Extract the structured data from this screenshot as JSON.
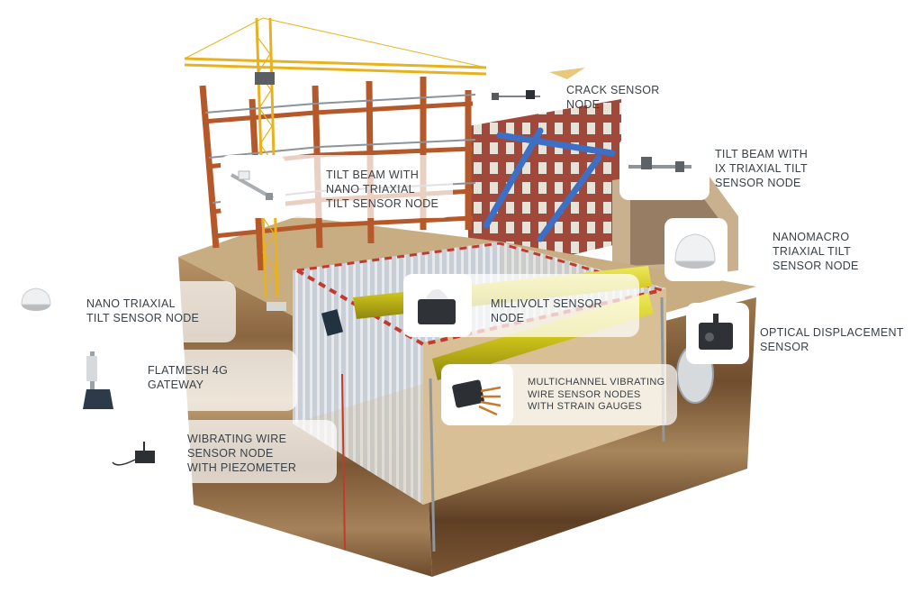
{
  "labels": {
    "crack_sensor": [
      "CRACK SENSOR",
      "NODE"
    ],
    "tilt_beam_ix": [
      "TILT BEAM WITH",
      "IX TRIAXIAL TILT",
      "SENSOR NODE"
    ],
    "tilt_beam_nano": [
      "TILT BEAM WITH",
      "NANO TRIAXIAL",
      "TILT SENSOR NODE"
    ],
    "nanomacro": [
      "NANOMACRO",
      "TRIAXIAL TILT",
      "SENSOR NODE"
    ],
    "millivolt": [
      "MILLIVOLT SENSOR",
      "NODE"
    ],
    "optical": [
      "OPTICAL DISPLACEMENT",
      "SENSOR"
    ],
    "nano_triaxial": [
      "NANO TRIAXIAL",
      "TILT SENSOR NODE"
    ],
    "flatmesh": [
      "FLATMESH 4G",
      "GATEWAY"
    ],
    "multichannel": [
      "MULTICHANNEL VIBRATING",
      "WIRE SENSOR NODES",
      "WITH STRAIN GAUGES"
    ],
    "wibrating": [
      "WIBRATING WIRE",
      "SENSOR NODE",
      "WITH PIEZOMETER"
    ]
  },
  "colors": {
    "label_text": "#3a4146",
    "crane": "#e8b21e",
    "frame": "#b5582a",
    "brick": "#a2483a",
    "pipe": "#d9d21c",
    "strut": "#3d6fc4",
    "soil_dark": "#6b4a2c",
    "soil_light": "#c9ab7c"
  }
}
